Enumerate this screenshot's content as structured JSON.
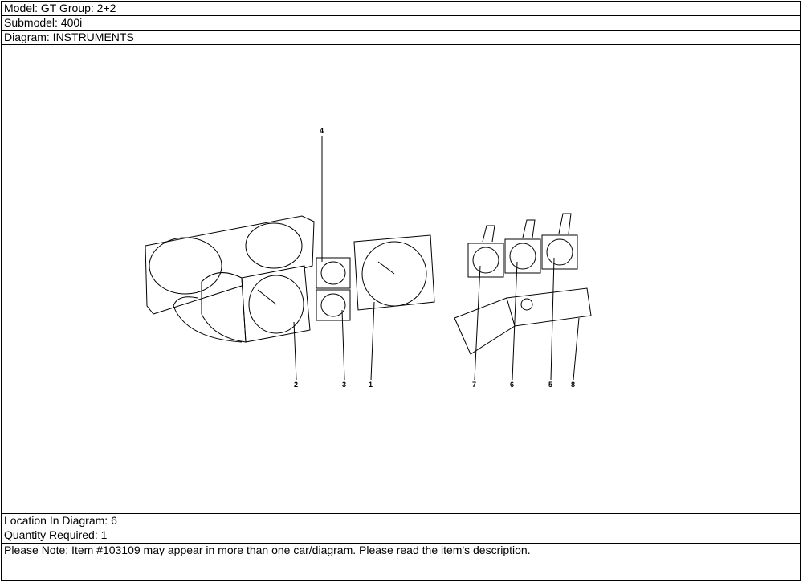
{
  "header": {
    "model": "Model: GT Group: 2+2",
    "submodel": "Submodel: 400i",
    "diagram": "Diagram: INSTRUMENTS"
  },
  "diagram": {
    "callouts": [
      "4",
      "2",
      "3",
      "1",
      "7",
      "6",
      "5",
      "8"
    ]
  },
  "footer": {
    "location": "Location In Diagram: 6",
    "quantity": "Quantity Required: 1",
    "note": "Please Note: Item #103109 may appear in more than one car/diagram. Please read the item's description."
  }
}
